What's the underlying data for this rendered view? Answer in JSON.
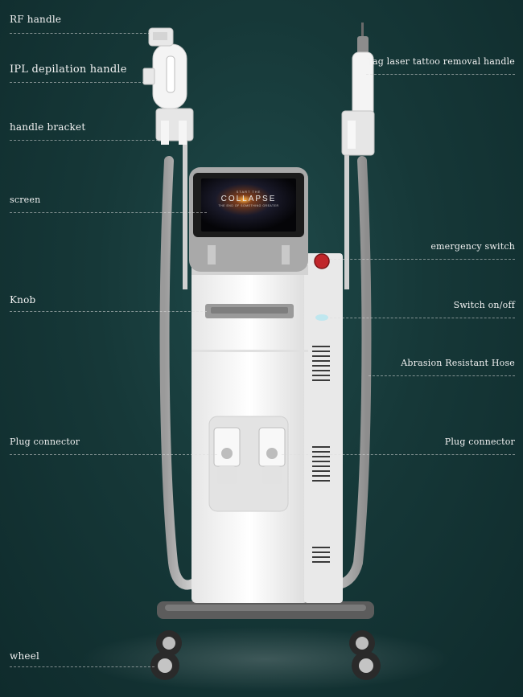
{
  "labels": {
    "rf_handle": "RF handle",
    "ipl_handle": "IPL depilation handle",
    "handle_bracket": "handle bracket",
    "screen": "screen",
    "knob": "Knob",
    "plug_left": "Plug connector",
    "wheel": "wheel",
    "yag_handle": "Yag laser tattoo removal handle",
    "emergency": "emergency switch",
    "switch": "Switch on/off",
    "hose": "Abrasion Resistant Hose",
    "plug_right": "Plug connector"
  },
  "screen_text": {
    "line1": "START THE",
    "line2": "COLLAPSE",
    "line3": "THE END OF SOMETHING GREATER"
  },
  "colors": {
    "background": "#163838",
    "emergency_button": "#c0262b",
    "body": "#f4f4f4"
  }
}
